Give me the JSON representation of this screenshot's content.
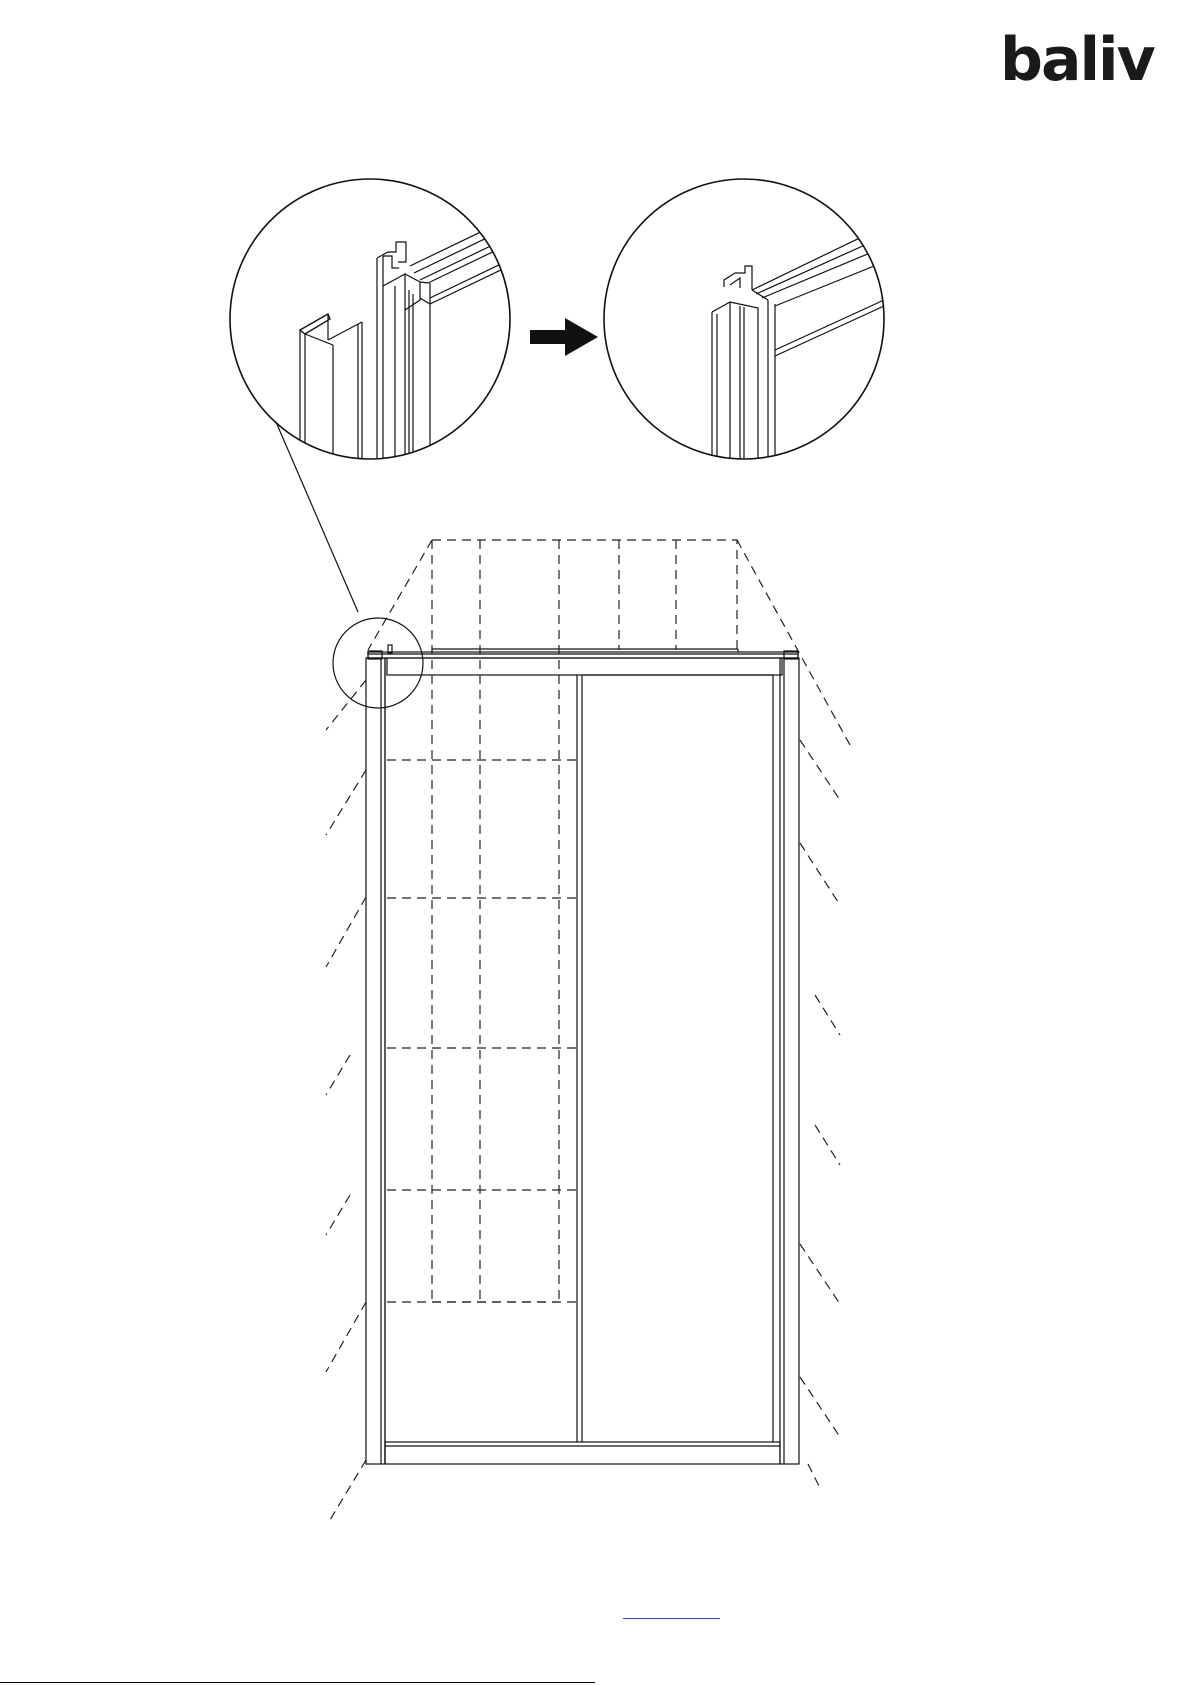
{
  "brand": {
    "logo_text": "baliv"
  },
  "drawing": {
    "subject": "sliding-door-frame-assembly",
    "icons": [
      "zoom-circle-before",
      "arrow-right-icon",
      "zoom-circle-after"
    ]
  },
  "colors": {
    "line": "#111111",
    "link": "#2b46d9"
  }
}
